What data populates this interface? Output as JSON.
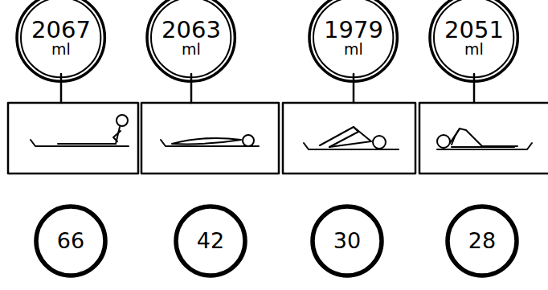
{
  "diagram": {
    "nodes": [
      {
        "text": [
          "2067",
          "ml"
        ]
      },
      {
        "text": [
          "2063",
          "ml"
        ]
      },
      {
        "text": [
          "1979",
          "ml"
        ]
      },
      {
        "text": [
          "2051",
          "ml"
        ]
      },
      {
        "text": [
          "66"
        ]
      },
      {
        "text": [
          "42"
        ]
      },
      {
        "text": [
          "30"
        ]
      },
      {
        "text": [
          "28"
        ]
      }
    ]
  }
}
